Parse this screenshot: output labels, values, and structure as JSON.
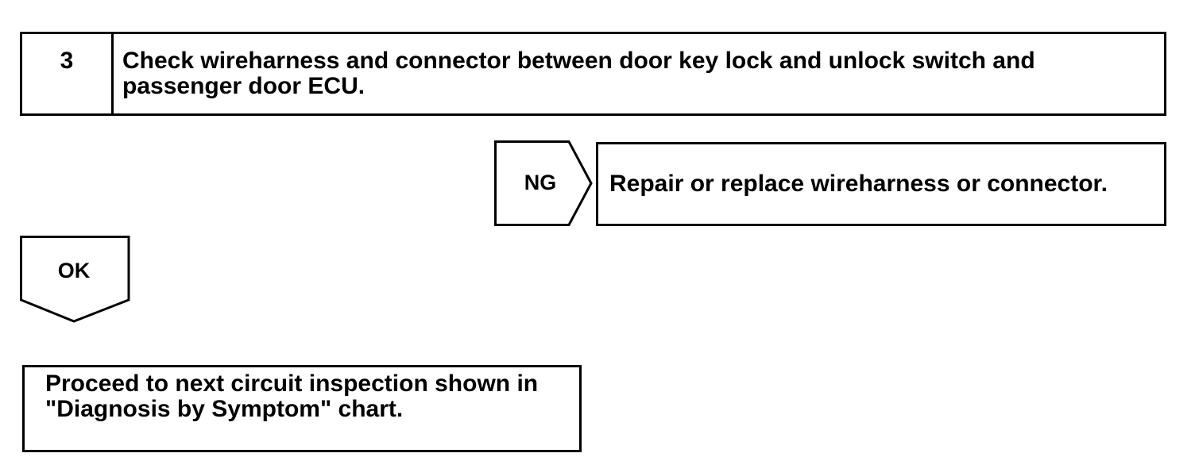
{
  "step": {
    "number": "3",
    "title": "Check wireharness and connector between door key lock and unlock switch and passenger door ECU."
  },
  "ng_branch": {
    "label": "NG",
    "result": "Repair or replace wireharness or connector."
  },
  "ok_branch": {
    "label": "OK",
    "result": "Proceed to next circuit inspection shown in \"Diagnosis by Symptom\" chart."
  }
}
